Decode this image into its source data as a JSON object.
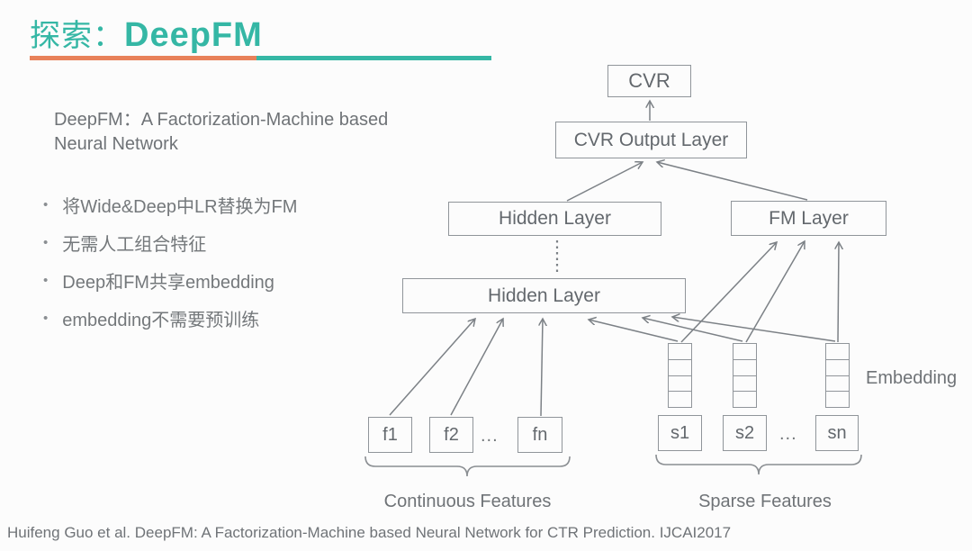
{
  "header": {
    "title_prefix": "探索：",
    "title_main": "DeepFM",
    "accent_teal": "#35b7a5",
    "accent_orange": "#e8815a"
  },
  "intro": {
    "line1": "DeepFM：A Factorization-Machine based",
    "line2": "Neural Network"
  },
  "bullets": [
    "将Wide&Deep中LR替换为FM",
    "无需人工组合特征",
    "Deep和FM共享embedding",
    "embedding不需要预训练"
  ],
  "diagram": {
    "nodes": {
      "cvr": "CVR",
      "cvr_output": "CVR Output Layer",
      "hidden_top": "Hidden Layer",
      "hidden_bottom": "Hidden Layer",
      "fm": "FM Layer"
    },
    "continuous_inputs": [
      "f1",
      "f2",
      "fn"
    ],
    "continuous_ellipsis": "...",
    "sparse_inputs": [
      "s1",
      "s2",
      "sn"
    ],
    "sparse_ellipsis": "...",
    "embedding_label": "Embedding",
    "group_labels": {
      "continuous": "Continuous Features",
      "sparse": "Sparse Features"
    },
    "line_color": "#7c8186"
  },
  "footer": {
    "citation": "Huifeng Guo et al. DeepFM: A Factorization-Machine based Neural Network for CTR Prediction. IJCAI2017"
  }
}
